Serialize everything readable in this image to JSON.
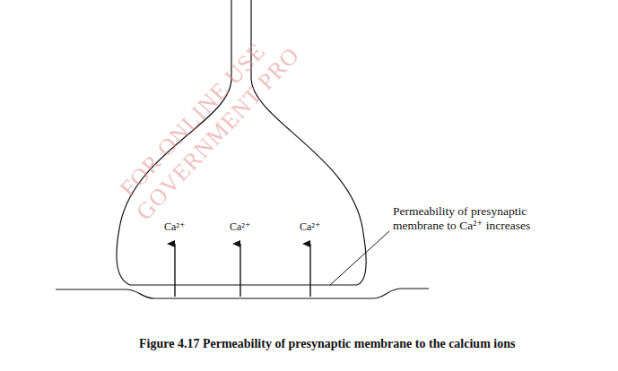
{
  "diagram": {
    "caption": "Figure 4.17 Permeability of presynaptic membrane to the calcium ions",
    "labels": [
      "Ca²⁺",
      "Ca²⁺",
      "Ca²⁺",
      "Permeability of presynaptic membrane to Ca²⁺ increases",
      "FOR ONLINE USE",
      "GOVERNMENT PRO"
    ]
  }
}
